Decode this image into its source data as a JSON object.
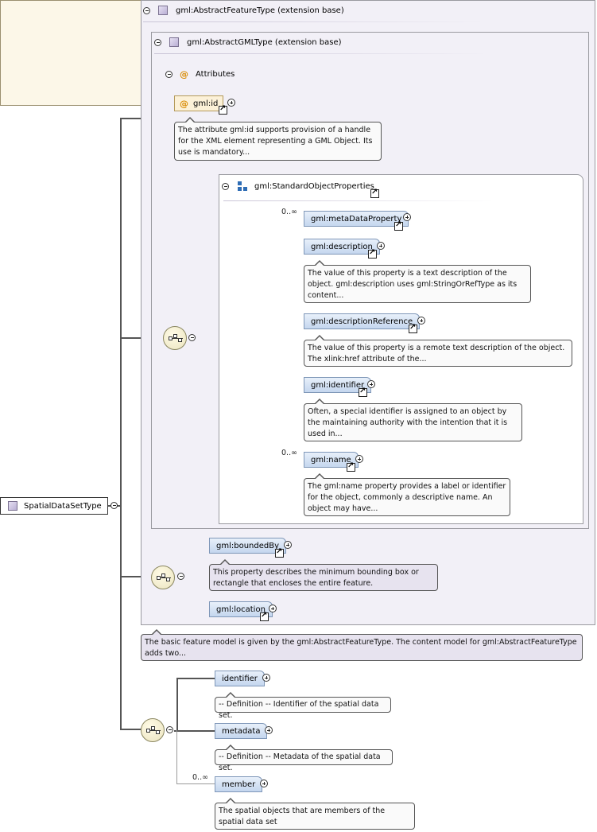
{
  "root": {
    "label": "SpatialDataSetType"
  },
  "feature": {
    "title": "gml:AbstractFeatureType (extension base)",
    "note": "The basic feature model is given by the gml:AbstractFeatureType. The content model for gml:AbstractFeatureType adds two..."
  },
  "gml": {
    "title": "gml:AbstractGMLType (extension base)"
  },
  "attributes": {
    "title": "Attributes",
    "id_label": "gml:id",
    "id_note": "The attribute gml:id supports provision of a handle for the XML element representing a GML Object. Its use is mandatory..."
  },
  "std_props": {
    "title": "gml:StandardObjectProperties",
    "items": [
      {
        "label": "gml:metaDataProperty",
        "mult": "0..∞",
        "note": ""
      },
      {
        "label": "gml:description",
        "mult": "",
        "note": "The value of this property is a text description of the object. gml:description uses gml:StringOrRefType as its content..."
      },
      {
        "label": "gml:descriptionReference",
        "mult": "",
        "note": "The value of this property is a remote text description of the object. The xlink:href attribute of the..."
      },
      {
        "label": "gml:identifier",
        "mult": "",
        "note": "Often, a special identifier is assigned to an object by the maintaining authority with the intention that it is used in..."
      },
      {
        "label": "gml:name",
        "mult": "0..∞",
        "note": "The gml:name property provides a label or identifier for the object, commonly a descriptive name. An object may have..."
      }
    ]
  },
  "feature_props": {
    "items": [
      {
        "label": "gml:boundedBy",
        "note": "This property describes the minimum bounding box or rectangle that encloses the entire feature."
      },
      {
        "label": "gml:location",
        "note": ""
      }
    ]
  },
  "dataset_props": {
    "items": [
      {
        "label": "identifier",
        "mult": "",
        "note": "-- Definition -- Identifier of the spatial data set."
      },
      {
        "label": "metadata",
        "mult": "",
        "note": "-- Definition -- Metadata of the spatial data set."
      },
      {
        "label": "member",
        "mult": "0..∞",
        "note": "The spatial objects that are members of the spatial data set"
      }
    ]
  },
  "colors": {
    "type_box": "#f2f0f7",
    "attribute_box": "#fcf7e8",
    "element_fill": "#c4d6ee",
    "sequence_fill": "#ebe4bf"
  },
  "icons": [
    "minus-circle-icon",
    "plus-circle-icon",
    "complex-type-icon",
    "attribute-at-icon",
    "group-icon",
    "link-arrow-icon",
    "sequence-compositor-icon"
  ]
}
